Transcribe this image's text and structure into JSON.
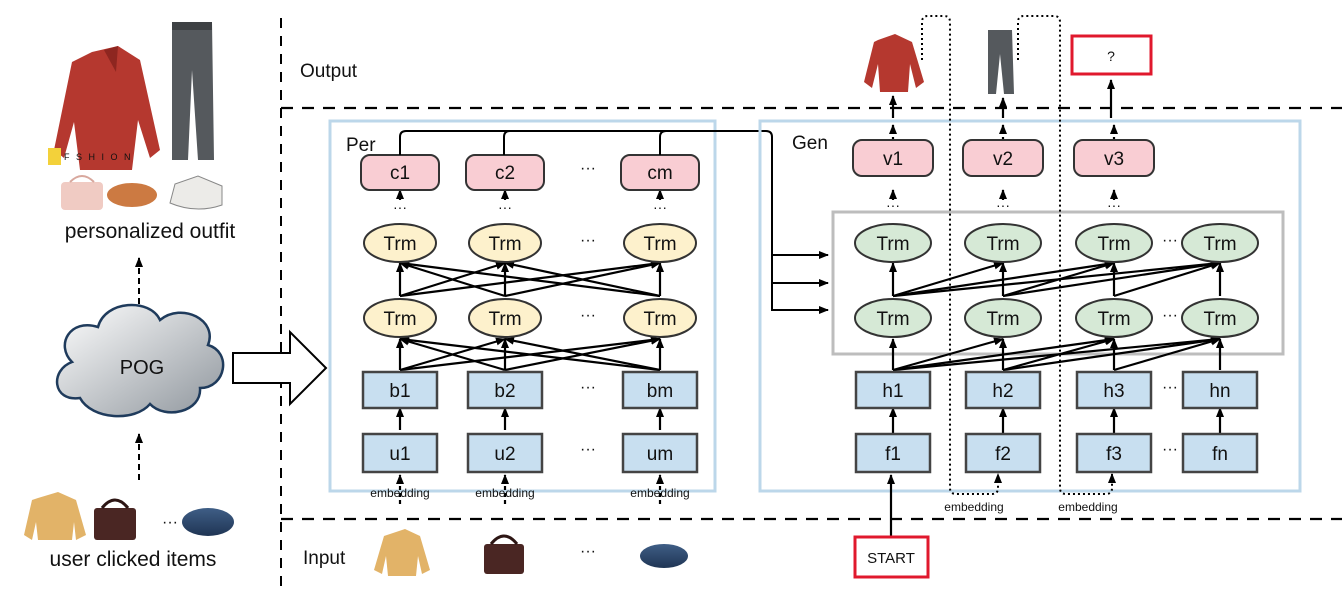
{
  "labels": {
    "output": "Output",
    "input": "Input",
    "per": "Per",
    "gen": "Gen",
    "pog": "POG",
    "personalized_outfit": "personalized outfit",
    "user_clicked_items": "user clicked items",
    "embedding": "embedding",
    "ellipsis": "···",
    "vdots": "···",
    "question": "?",
    "start": "START",
    "fashion": "F  S  H  I  O  N"
  },
  "per": {
    "c": [
      "c1",
      "c2",
      "cm"
    ],
    "trm": [
      "Trm",
      "Trm",
      "Trm"
    ],
    "b": [
      "b1",
      "b2",
      "bm"
    ],
    "u": [
      "u1",
      "u2",
      "um"
    ]
  },
  "gen": {
    "v": [
      "v1",
      "v2",
      "v3"
    ],
    "trm": [
      "Trm",
      "Trm",
      "Trm",
      "Trm"
    ],
    "h": [
      "h1",
      "h2",
      "h3",
      "hn"
    ],
    "f": [
      "f1",
      "f2",
      "f3",
      "fn"
    ]
  },
  "colors": {
    "pink_node": "#f9cdd3",
    "yellow_node": "#fdf1cc",
    "green_node": "#d6e9d6",
    "blue_node": "#c8dff0",
    "region_border": "#bcd7ea",
    "trm_block_border": "#bdbdbd",
    "red_box": "#e0182d",
    "cloud_dark": "#9aa0a6"
  },
  "icons": [
    "blouse-image",
    "jeans-image",
    "handbag-image",
    "beret-image",
    "sneaker-image"
  ]
}
